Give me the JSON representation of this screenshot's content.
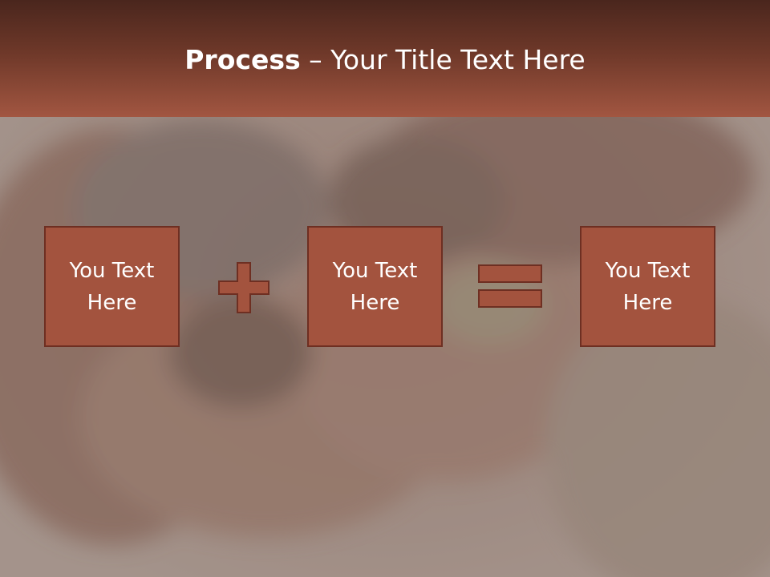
{
  "slide": {
    "title_bold": "Process",
    "title_rest": " – Your Title Text Here",
    "boxes": [
      {
        "text": "You Text Here"
      },
      {
        "text": "You Text Here"
      },
      {
        "text": "You Text Here"
      }
    ],
    "operators": [
      "plus-icon",
      "equals-icon"
    ],
    "colors": {
      "header_top": "#4a261d",
      "header_bottom": "#a25641",
      "box_fill": "#a3533e",
      "box_border": "#6e2f22",
      "text": "#ffffff"
    }
  }
}
